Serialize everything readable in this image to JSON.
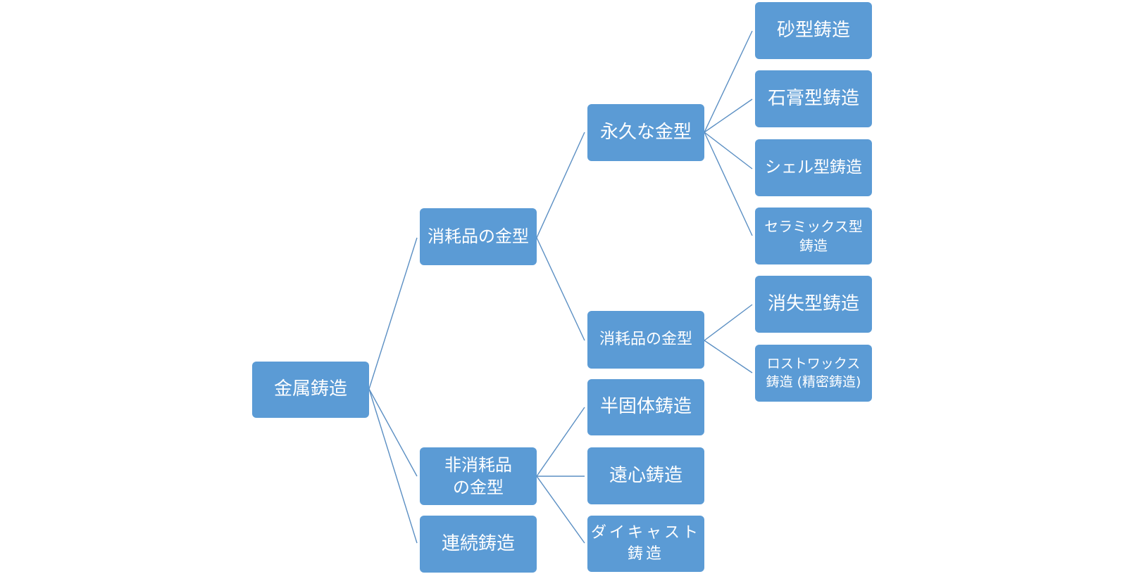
{
  "diagram": {
    "root": "金属鋳造",
    "level1": {
      "expendable": "消耗品の金型",
      "nonexpendable": "非消耗品\nの金型",
      "continuous": "連続鋳造"
    },
    "level2": {
      "permanent": "永久な金型",
      "expendable_pattern": "消耗品の金型",
      "semisolid": "半固体鋳造",
      "centrifugal": "遠心鋳造",
      "diecast": "ダイキャスト\n鋳造"
    },
    "level3": {
      "sand": "砂型鋳造",
      "plaster": "石膏型鋳造",
      "shell": "シェル型鋳造",
      "ceramic": "セラミックス型\n鋳造",
      "lostfoam": "消失型鋳造",
      "lostwax": "ロストワックス\n鋳造 (精密鋳造)"
    }
  }
}
